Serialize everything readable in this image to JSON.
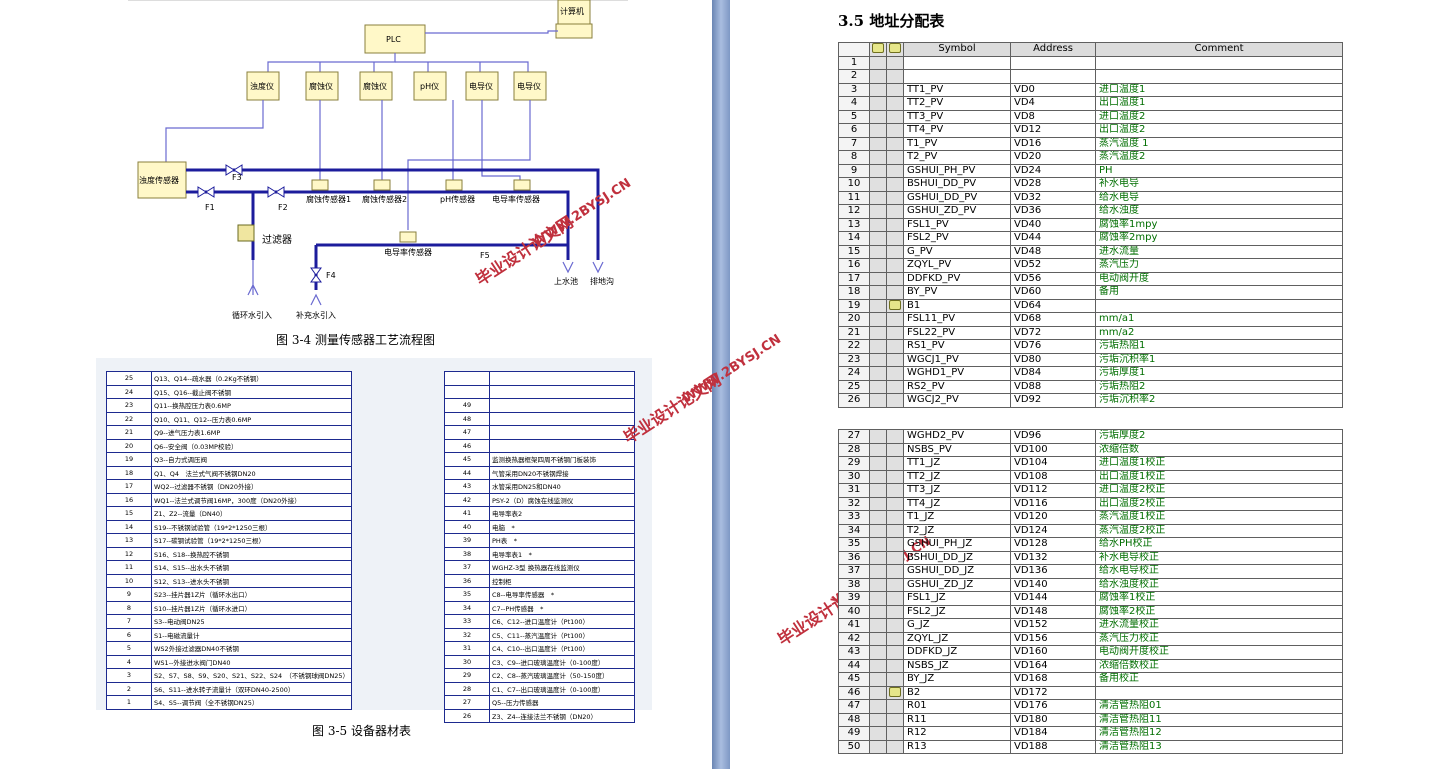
{
  "flow": {
    "computer": "计算机",
    "plc": "PLC",
    "instruments": [
      "浊度仪",
      "腐蚀仪",
      "腐蚀仪",
      "pH仪",
      "电导仪",
      "电导仪"
    ],
    "turbidity_sensor": "浊度传感器",
    "valves": {
      "f1": "F1",
      "f2": "F2",
      "f3": "F3",
      "f4": "F4",
      "f5": "F5"
    },
    "sensors": [
      "腐蚀传感器1",
      "腐蚀传感器2",
      "pH传感器",
      "电导率传感器"
    ],
    "cond_sensor2": "电导率传感器",
    "filter": "过滤器",
    "water_supply": "上水池",
    "drain": "排地沟",
    "circ_in": "循环水引入",
    "makeup_in": "补充水引入",
    "caption": "图 3-4 测量传感器工艺流程图"
  },
  "materials": {
    "caption": "图 3-5 设备器材表",
    "left": [
      [
        "25",
        "Q13、Q14--疏水器（0.2Kg不锈钢）"
      ],
      [
        "24",
        "Q15、Q16--截止阀不锈钢"
      ],
      [
        "23",
        "Q11--换热腔压力表0.6MP"
      ],
      [
        "22",
        "Q10、Q11、Q12--压力表0.6MP"
      ],
      [
        "21",
        "Q9--进气压力表1.6MP"
      ],
      [
        "20",
        "Q6--安全阀（0.03MP校验）"
      ],
      [
        "19",
        "Q3--自力式调压阀"
      ],
      [
        "18",
        "Q1、Q4　法兰式气阀不锈钢DN20"
      ],
      [
        "17",
        "WQ2--过滤器不锈钢（DN20外接）"
      ],
      [
        "16",
        "WQ1--法兰式调节阀16MP，300度（DN20外接）"
      ],
      [
        "15",
        "Z1、Z2--流量（DN40）"
      ],
      [
        "14",
        "S19--不锈钢试验管（19*2*1250三根）"
      ],
      [
        "13",
        "S17--碳钢试验管（19*2*1250三根）"
      ],
      [
        "12",
        "S16、S18--换热腔不锈钢"
      ],
      [
        "11",
        "S14、S15--出水头不锈钢"
      ],
      [
        "10",
        "S12、S13--进水头不锈钢"
      ],
      [
        "9",
        "S23--挂片器1Z片（循环水出口）"
      ],
      [
        "8",
        "S10--挂片器1Z片（循环水进口）"
      ],
      [
        "7",
        "S3--电动阀DN25"
      ],
      [
        "6",
        "S1--电磁流量计"
      ],
      [
        "5",
        "WS2外接过滤器DN40不锈钢"
      ],
      [
        "4",
        "WS1--外接进水阀门DN40"
      ],
      [
        "3",
        "S2、S7、S8、S9、S20、S21、S22、S24　（不锈钢球阀DN25）"
      ],
      [
        "2",
        "S6、S11--进水转子流量计（双环DN40-2500）"
      ],
      [
        "1",
        "S4、S5--调节阀（全不锈钢DN25）"
      ]
    ],
    "right": [
      [
        "",
        ""
      ],
      [
        "",
        ""
      ],
      [
        "49",
        ""
      ],
      [
        "48",
        ""
      ],
      [
        "47",
        ""
      ],
      [
        "46",
        ""
      ],
      [
        "45",
        "监测换热器框架四周不锈钢门板装饰"
      ],
      [
        "44",
        "气管采用DN20不锈钢焊接"
      ],
      [
        "43",
        "水管采用DN25和DN40"
      ],
      [
        "42",
        "PSY-2（D）腐蚀在线监测仪"
      ],
      [
        "41",
        "电导率表2"
      ],
      [
        "40",
        "电脑　*"
      ],
      [
        "39",
        "PH表　*"
      ],
      [
        "38",
        "电导率表1　*"
      ],
      [
        "37",
        "WGHZ-3型 换热器在线监测仪"
      ],
      [
        "36",
        "控制柜"
      ],
      [
        "35",
        "C8--电导率传感器　*"
      ],
      [
        "34",
        "C7--PH传感器　*"
      ],
      [
        "33",
        "C6、C12--进口温度计（Pt100）"
      ],
      [
        "32",
        "C5、C11--蒸汽温度计（Pt100）"
      ],
      [
        "31",
        "C4、C10--出口温度计（Pt100）"
      ],
      [
        "30",
        "C3、C9--进口玻璃温度计（0-100度）"
      ],
      [
        "29",
        "C2、C8--蒸汽玻璃温度计（50-150度）"
      ],
      [
        "28",
        "C1、C7--出口玻璃温度计（0-100度）"
      ],
      [
        "27",
        "Q5--压力传感器"
      ],
      [
        "26",
        "Z3、Z4--连接法兰不锈钢（DN20）"
      ]
    ]
  },
  "watermarks": {
    "cn": "毕业设计论文网",
    "url": "WWW.2BYSJ.CN"
  },
  "symbol_table": {
    "heading": "3.5 地址分配表",
    "headers": {
      "symbol": "Symbol",
      "address": "Address",
      "comment": "Comment"
    },
    "rows1": [
      [
        "1",
        "",
        "",
        "",
        ""
      ],
      [
        "2",
        "",
        "",
        "",
        ""
      ],
      [
        "3",
        "",
        "TT1_PV",
        "VD0",
        "进口温度1"
      ],
      [
        "4",
        "",
        "TT2_PV",
        "VD4",
        "出口温度1"
      ],
      [
        "5",
        "",
        "TT3_PV",
        "VD8",
        "进口温度2"
      ],
      [
        "6",
        "",
        "TT4_PV",
        "VD12",
        "出口温度2"
      ],
      [
        "7",
        "",
        "T1_PV",
        "VD16",
        "蒸汽温度 1"
      ],
      [
        "8",
        "",
        "T2_PV",
        "VD20",
        "蒸汽温度2"
      ],
      [
        "9",
        "",
        "GSHUI_PH_PV",
        "VD24",
        "PH"
      ],
      [
        "10",
        "",
        "BSHUI_DD_PV",
        "VD28",
        "补水电导"
      ],
      [
        "11",
        "",
        "GSHUI_DD_PV",
        "VD32",
        "给水电导"
      ],
      [
        "12",
        "",
        "GSHUI_ZD_PV",
        "VD36",
        "给水浊度"
      ],
      [
        "13",
        "",
        "FSL1_PV",
        "VD40",
        "腐蚀率1mpy"
      ],
      [
        "14",
        "",
        "FSL2_PV",
        "VD44",
        "腐蚀率2mpy"
      ],
      [
        "15",
        "",
        "G_PV",
        "VD48",
        " 进水流量"
      ],
      [
        "16",
        "",
        "ZQYL_PV",
        "VD52",
        "蒸汽压力"
      ],
      [
        "17",
        "",
        "DDFKD_PV",
        "VD56",
        "电动阀开度"
      ],
      [
        "18",
        "",
        "BY_PV",
        "VD60",
        "备用"
      ],
      [
        "19",
        "b",
        "B1",
        "VD64",
        ""
      ],
      [
        "20",
        "",
        "FSL11_PV",
        "VD68",
        "mm/a1"
      ],
      [
        "21",
        "",
        "FSL22_PV",
        "VD72",
        "mm/a2"
      ],
      [
        "22",
        "",
        "RS1_PV",
        "VD76",
        "污垢热阻1"
      ],
      [
        "23",
        "",
        "WGCJ1_PV",
        "VD80",
        "污垢沉积率1"
      ],
      [
        "24",
        "",
        "WGHD1_PV",
        "VD84",
        "污垢厚度1"
      ],
      [
        "25",
        "",
        "RS2_PV",
        "VD88",
        "污垢热阻2"
      ],
      [
        "26",
        "",
        "WGCJ2_PV",
        "VD92",
        "污垢沉积率2"
      ]
    ],
    "rows2": [
      [
        "27",
        "",
        "WGHD2_PV",
        "VD96",
        "污垢厚度2"
      ],
      [
        "28",
        "",
        "NSBS_PV",
        "VD100",
        "浓缩倍数"
      ],
      [
        "29",
        "",
        "TT1_JZ",
        "VD104",
        "进口温度1校正"
      ],
      [
        "30",
        "",
        "TT2_JZ",
        "VD108",
        "出口温度1校正"
      ],
      [
        "31",
        "",
        "TT3_JZ",
        "VD112",
        "进口温度2校正"
      ],
      [
        "32",
        "",
        "TT4_JZ",
        "VD116",
        "出口温度2校正"
      ],
      [
        "33",
        "",
        "T1_JZ",
        "VD120",
        "蒸汽温度1校正"
      ],
      [
        "34",
        "",
        "T2_JZ",
        "VD124",
        "蒸汽温度2校正"
      ],
      [
        "35",
        "",
        "GSHUI_PH_JZ",
        "VD128",
        "给水PH校正"
      ],
      [
        "36",
        "",
        "BSHUI_DD_JZ",
        "VD132",
        "补水电导校正"
      ],
      [
        "37",
        "",
        "GSHUI_DD_JZ",
        "VD136",
        "给水电导校正"
      ],
      [
        "38",
        "",
        "GSHUI_ZD_JZ",
        "VD140",
        "给水浊度校正"
      ],
      [
        "39",
        "",
        "FSL1_JZ",
        "VD144",
        "腐蚀率1校正"
      ],
      [
        "40",
        "",
        "FSL2_JZ",
        "VD148",
        "腐蚀率2校正"
      ],
      [
        "41",
        "",
        "G_JZ",
        "VD152",
        "进水流量校正"
      ],
      [
        "42",
        "",
        "ZQYL_JZ",
        "VD156",
        "蒸汽压力校正"
      ],
      [
        "43",
        "",
        "DDFKD_JZ",
        "VD160",
        "电动阀开度校正"
      ],
      [
        "44",
        "",
        "NSBS_JZ",
        "VD164",
        " 浓缩倍数校正"
      ],
      [
        "45",
        "",
        "BY_JZ",
        "VD168",
        " 备用校正"
      ],
      [
        "46",
        "b",
        "B2",
        "VD172",
        ""
      ],
      [
        "47",
        "",
        "R01",
        "VD176",
        "清洁管热阻01"
      ],
      [
        "48",
        "",
        "R11",
        "VD180",
        "清洁管热阻11"
      ],
      [
        "49",
        "",
        "R12",
        "VD184",
        "清洁管热阻12"
      ],
      [
        "50",
        "",
        "R13",
        "VD188",
        "清洁管热阻13"
      ]
    ]
  }
}
